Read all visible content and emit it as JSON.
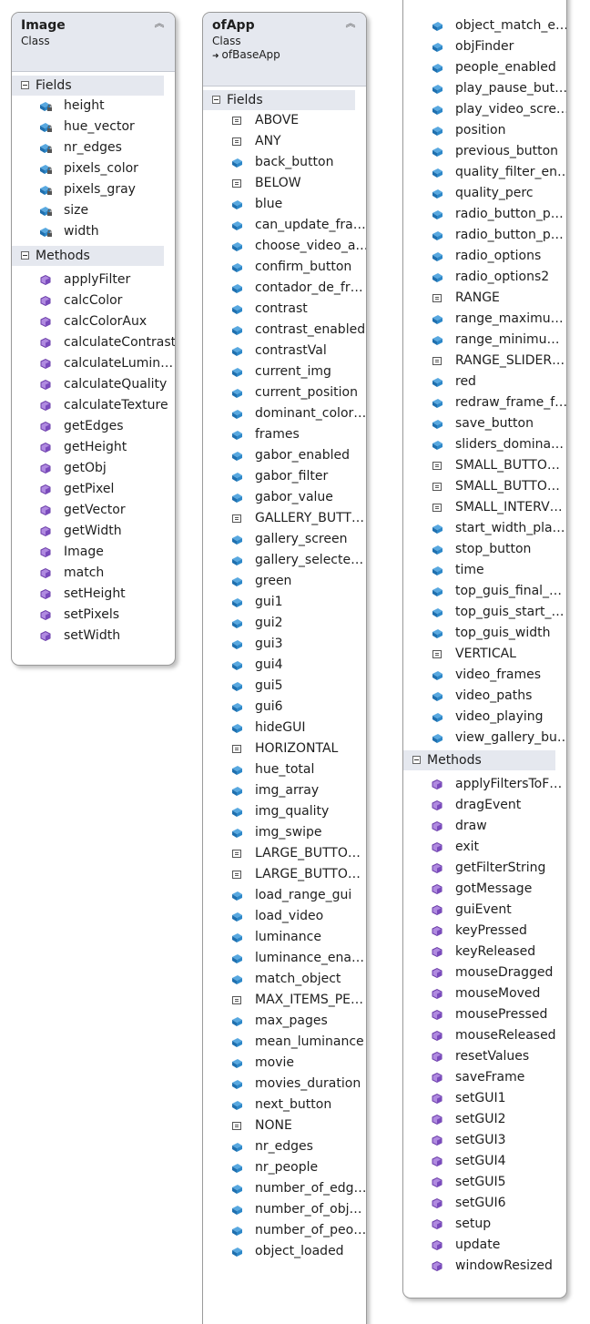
{
  "classes": [
    {
      "name": "Image",
      "kind": "Class",
      "base": null,
      "sections": [
        {
          "title": "Fields",
          "type": "fields",
          "items": [
            {
              "label": "height",
              "icon": "private-field-icon"
            },
            {
              "label": "hue_vector",
              "icon": "private-field-icon"
            },
            {
              "label": "nr_edges",
              "icon": "private-field-icon"
            },
            {
              "label": "pixels_color",
              "icon": "private-field-icon"
            },
            {
              "label": "pixels_gray",
              "icon": "private-field-icon"
            },
            {
              "label": "size",
              "icon": "private-field-icon"
            },
            {
              "label": "width",
              "icon": "private-field-icon"
            }
          ]
        },
        {
          "title": "Methods",
          "type": "methods",
          "items": [
            {
              "label": "applyFilter",
              "icon": "method-icon"
            },
            {
              "label": "calcColor",
              "icon": "method-icon"
            },
            {
              "label": "calcColorAux",
              "icon": "method-icon"
            },
            {
              "label": "calculateContrast",
              "icon": "method-icon"
            },
            {
              "label": "calculateLumin…",
              "icon": "method-icon"
            },
            {
              "label": "calculateQuality",
              "icon": "method-icon"
            },
            {
              "label": "calculateTexture",
              "icon": "method-icon"
            },
            {
              "label": "getEdges",
              "icon": "method-icon"
            },
            {
              "label": "getHeight",
              "icon": "method-icon"
            },
            {
              "label": "getObj",
              "icon": "method-icon"
            },
            {
              "label": "getPixel",
              "icon": "method-icon"
            },
            {
              "label": "getVector",
              "icon": "method-icon"
            },
            {
              "label": "getWidth",
              "icon": "method-icon"
            },
            {
              "label": "Image",
              "icon": "method-icon"
            },
            {
              "label": "match",
              "icon": "method-icon"
            },
            {
              "label": "setHeight",
              "icon": "method-icon"
            },
            {
              "label": "setPixels",
              "icon": "method-icon"
            },
            {
              "label": "setWidth",
              "icon": "method-icon"
            }
          ]
        }
      ]
    },
    {
      "name": "ofApp",
      "kind": "Class",
      "base": "ofBaseApp",
      "sections": [
        {
          "title": "Fields",
          "type": "fields",
          "items": [
            {
              "label": "ABOVE",
              "icon": "enum-constant-icon"
            },
            {
              "label": "ANY",
              "icon": "enum-constant-icon"
            },
            {
              "label": "back_button",
              "icon": "field-icon"
            },
            {
              "label": "BELOW",
              "icon": "enum-constant-icon"
            },
            {
              "label": "blue",
              "icon": "field-icon"
            },
            {
              "label": "can_update_fra…",
              "icon": "field-icon"
            },
            {
              "label": "choose_video_a…",
              "icon": "field-icon"
            },
            {
              "label": "confirm_button",
              "icon": "field-icon"
            },
            {
              "label": "contador_de_fr…",
              "icon": "field-icon"
            },
            {
              "label": "contrast",
              "icon": "field-icon"
            },
            {
              "label": "contrast_enabled",
              "icon": "field-icon"
            },
            {
              "label": "contrastVal",
              "icon": "field-icon"
            },
            {
              "label": "current_img",
              "icon": "field-icon"
            },
            {
              "label": "current_position",
              "icon": "field-icon"
            },
            {
              "label": "dominant_color…",
              "icon": "field-icon"
            },
            {
              "label": "frames",
              "icon": "field-icon"
            },
            {
              "label": "gabor_enabled",
              "icon": "field-icon"
            },
            {
              "label": "gabor_filter",
              "icon": "field-icon"
            },
            {
              "label": "gabor_value",
              "icon": "field-icon"
            },
            {
              "label": "GALLERY_BUTT…",
              "icon": "enum-constant-icon"
            },
            {
              "label": "gallery_screen",
              "icon": "field-icon"
            },
            {
              "label": "gallery_selecte…",
              "icon": "field-icon"
            },
            {
              "label": "green",
              "icon": "field-icon"
            },
            {
              "label": "gui1",
              "icon": "field-icon"
            },
            {
              "label": "gui2",
              "icon": "field-icon"
            },
            {
              "label": "gui3",
              "icon": "field-icon"
            },
            {
              "label": "gui4",
              "icon": "field-icon"
            },
            {
              "label": "gui5",
              "icon": "field-icon"
            },
            {
              "label": "gui6",
              "icon": "field-icon"
            },
            {
              "label": "hideGUI",
              "icon": "field-icon"
            },
            {
              "label": "HORIZONTAL",
              "icon": "enum-constant-icon"
            },
            {
              "label": "hue_total",
              "icon": "field-icon"
            },
            {
              "label": "img_array",
              "icon": "field-icon"
            },
            {
              "label": "img_quality",
              "icon": "field-icon"
            },
            {
              "label": "img_swipe",
              "icon": "field-icon"
            },
            {
              "label": "LARGE_BUTTO…",
              "icon": "enum-constant-icon"
            },
            {
              "label": "LARGE_BUTTO…",
              "icon": "enum-constant-icon"
            },
            {
              "label": "load_range_gui",
              "icon": "field-icon"
            },
            {
              "label": "load_video",
              "icon": "field-icon"
            },
            {
              "label": "luminance",
              "icon": "field-icon"
            },
            {
              "label": "luminance_ena…",
              "icon": "field-icon"
            },
            {
              "label": "match_object",
              "icon": "field-icon"
            },
            {
              "label": "MAX_ITEMS_PE…",
              "icon": "enum-constant-icon"
            },
            {
              "label": "max_pages",
              "icon": "field-icon"
            },
            {
              "label": "mean_luminance",
              "icon": "field-icon"
            },
            {
              "label": "movie",
              "icon": "field-icon"
            },
            {
              "label": "movies_duration",
              "icon": "field-icon"
            },
            {
              "label": "next_button",
              "icon": "field-icon"
            },
            {
              "label": "NONE",
              "icon": "enum-constant-icon"
            },
            {
              "label": "nr_edges",
              "icon": "field-icon"
            },
            {
              "label": "nr_people",
              "icon": "field-icon"
            },
            {
              "label": "number_of_edg…",
              "icon": "field-icon"
            },
            {
              "label": "number_of_obj…",
              "icon": "field-icon"
            },
            {
              "label": "number_of_peo…",
              "icon": "field-icon"
            },
            {
              "label": "object_loaded",
              "icon": "field-icon"
            }
          ]
        }
      ]
    },
    {
      "name": "",
      "kind": "",
      "base": null,
      "sections": [
        {
          "title": "",
          "type": "fields-continued",
          "items": [
            {
              "label": "object_match_e…",
              "icon": "field-icon"
            },
            {
              "label": "objFinder",
              "icon": "field-icon"
            },
            {
              "label": "people_enabled",
              "icon": "field-icon"
            },
            {
              "label": "play_pause_but…",
              "icon": "field-icon"
            },
            {
              "label": "play_video_scre…",
              "icon": "field-icon"
            },
            {
              "label": "position",
              "icon": "field-icon"
            },
            {
              "label": "previous_button",
              "icon": "field-icon"
            },
            {
              "label": "quality_filter_en…",
              "icon": "field-icon"
            },
            {
              "label": "quality_perc",
              "icon": "field-icon"
            },
            {
              "label": "radio_button_p…",
              "icon": "field-icon"
            },
            {
              "label": "radio_button_p…",
              "icon": "field-icon"
            },
            {
              "label": "radio_options",
              "icon": "field-icon"
            },
            {
              "label": "radio_options2",
              "icon": "field-icon"
            },
            {
              "label": "RANGE",
              "icon": "enum-constant-icon"
            },
            {
              "label": "range_maximu…",
              "icon": "field-icon"
            },
            {
              "label": "range_minimu…",
              "icon": "field-icon"
            },
            {
              "label": "RANGE_SLIDER…",
              "icon": "enum-constant-icon"
            },
            {
              "label": "red",
              "icon": "field-icon"
            },
            {
              "label": "redraw_frame_f…",
              "icon": "field-icon"
            },
            {
              "label": "save_button",
              "icon": "field-icon"
            },
            {
              "label": "sliders_domina…",
              "icon": "field-icon"
            },
            {
              "label": "SMALL_BUTTO…",
              "icon": "enum-constant-icon"
            },
            {
              "label": "SMALL_BUTTO…",
              "icon": "enum-constant-icon"
            },
            {
              "label": "SMALL_INTERV…",
              "icon": "enum-constant-icon"
            },
            {
              "label": "start_width_pla…",
              "icon": "field-icon"
            },
            {
              "label": "stop_button",
              "icon": "field-icon"
            },
            {
              "label": "time",
              "icon": "field-icon"
            },
            {
              "label": "top_guis_final_…",
              "icon": "field-icon"
            },
            {
              "label": "top_guis_start_…",
              "icon": "field-icon"
            },
            {
              "label": "top_guis_width",
              "icon": "field-icon"
            },
            {
              "label": "VERTICAL",
              "icon": "enum-constant-icon"
            },
            {
              "label": "video_frames",
              "icon": "field-icon"
            },
            {
              "label": "video_paths",
              "icon": "field-icon"
            },
            {
              "label": "video_playing",
              "icon": "field-icon"
            },
            {
              "label": "view_gallery_bu…",
              "icon": "field-icon"
            }
          ]
        },
        {
          "title": "Methods",
          "type": "methods",
          "items": [
            {
              "label": "applyFiltersToF…",
              "icon": "method-icon"
            },
            {
              "label": "dragEvent",
              "icon": "method-icon"
            },
            {
              "label": "draw",
              "icon": "method-icon"
            },
            {
              "label": "exit",
              "icon": "method-icon"
            },
            {
              "label": "getFilterString",
              "icon": "method-icon"
            },
            {
              "label": "gotMessage",
              "icon": "method-icon"
            },
            {
              "label": "guiEvent",
              "icon": "method-icon"
            },
            {
              "label": "keyPressed",
              "icon": "method-icon"
            },
            {
              "label": "keyReleased",
              "icon": "method-icon"
            },
            {
              "label": "mouseDragged",
              "icon": "method-icon"
            },
            {
              "label": "mouseMoved",
              "icon": "method-icon"
            },
            {
              "label": "mousePressed",
              "icon": "method-icon"
            },
            {
              "label": "mouseReleased",
              "icon": "method-icon"
            },
            {
              "label": "resetValues",
              "icon": "method-icon"
            },
            {
              "label": "saveFrame",
              "icon": "method-icon"
            },
            {
              "label": "setGUI1",
              "icon": "method-icon"
            },
            {
              "label": "setGUI2",
              "icon": "method-icon"
            },
            {
              "label": "setGUI3",
              "icon": "method-icon"
            },
            {
              "label": "setGUI4",
              "icon": "method-icon"
            },
            {
              "label": "setGUI5",
              "icon": "method-icon"
            },
            {
              "label": "setGUI6",
              "icon": "method-icon"
            },
            {
              "label": "setup",
              "icon": "method-icon"
            },
            {
              "label": "update",
              "icon": "method-icon"
            },
            {
              "label": "windowResized",
              "icon": "method-icon"
            }
          ]
        }
      ]
    }
  ],
  "glyphs": {
    "collapse": "︽",
    "inherits": "➜"
  },
  "colors": {
    "header_bg": "#e5e8ef",
    "field_icon": "#1f7fc4",
    "method_icon": "#8457c0",
    "border": "#9a9a9a"
  }
}
